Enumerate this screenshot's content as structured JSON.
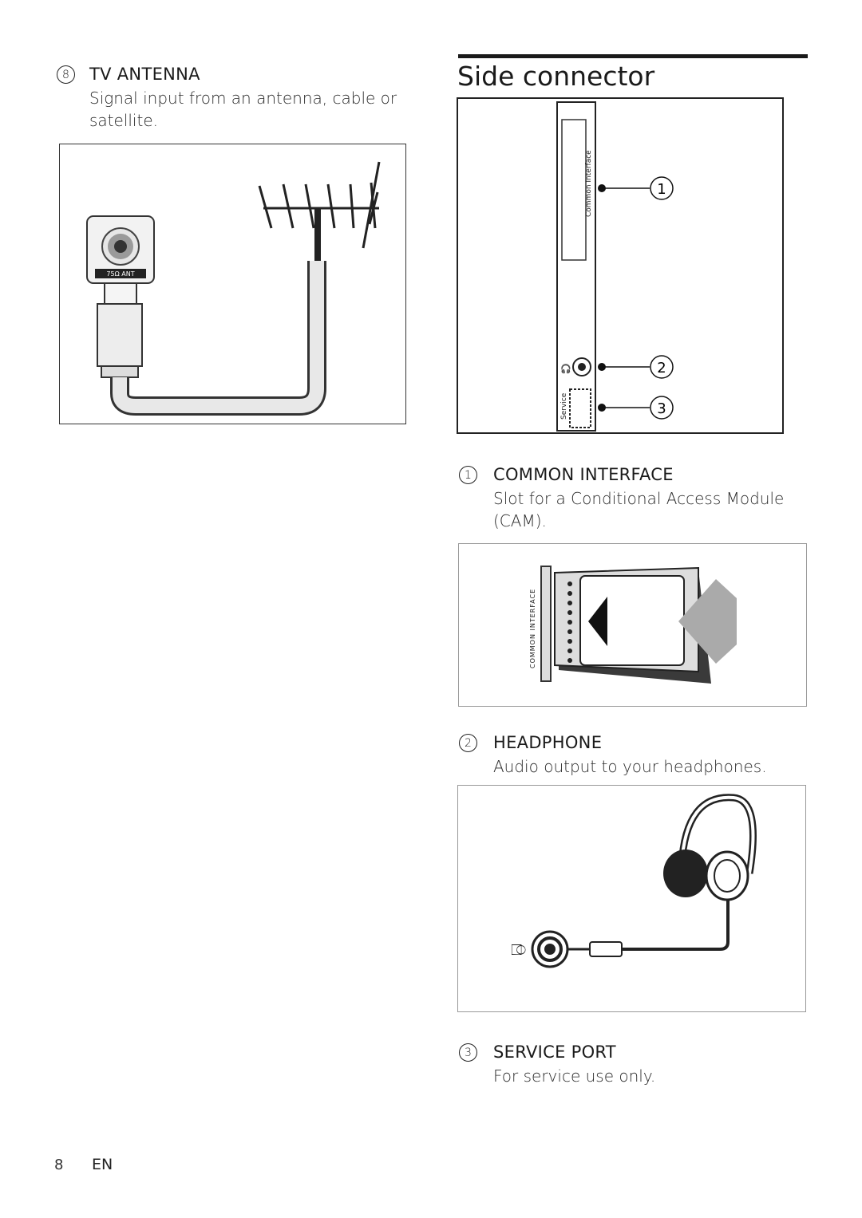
{
  "left": {
    "item_number": "8",
    "heading": "TV ANTENNA",
    "desc_line1": "Signal input from an antenna, cable or",
    "desc_line2": "satellite.",
    "socket_label": "75Ω ANT"
  },
  "right": {
    "title": "Side connector",
    "panel": {
      "common_interface_label": "Common Interface",
      "service_label": "Service",
      "callouts": [
        "1",
        "2",
        "3"
      ]
    },
    "items": [
      {
        "number": "1",
        "heading": "COMMON INTERFACE",
        "desc_line1": "Slot for a Conditional Access Module",
        "desc_line2": "(CAM).",
        "figure_label": "COMMON INTERFACE"
      },
      {
        "number": "2",
        "heading": "HEADPHONE",
        "desc_line1": "Audio output to your headphones."
      },
      {
        "number": "3",
        "heading": "SERVICE PORT",
        "desc_line1": "For service use only."
      }
    ]
  },
  "footer": {
    "page_number": "8",
    "language": "EN"
  },
  "icons": [
    "antenna-icon",
    "coax-socket-icon",
    "headphone-icon",
    "cam-card-icon",
    "arrow-icon"
  ]
}
